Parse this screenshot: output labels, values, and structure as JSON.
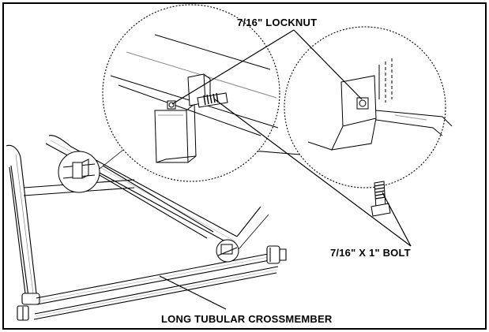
{
  "labels": {
    "locknut": "7/16\" LOCKNUT",
    "bolt": "7/16\" X 1\" BOLT",
    "crossmember": "LONG TUBULAR CROSSMEMBER"
  },
  "colors": {
    "line": "#000000",
    "fill": "#ffffff",
    "detail_gray": "#9a9a9a"
  }
}
